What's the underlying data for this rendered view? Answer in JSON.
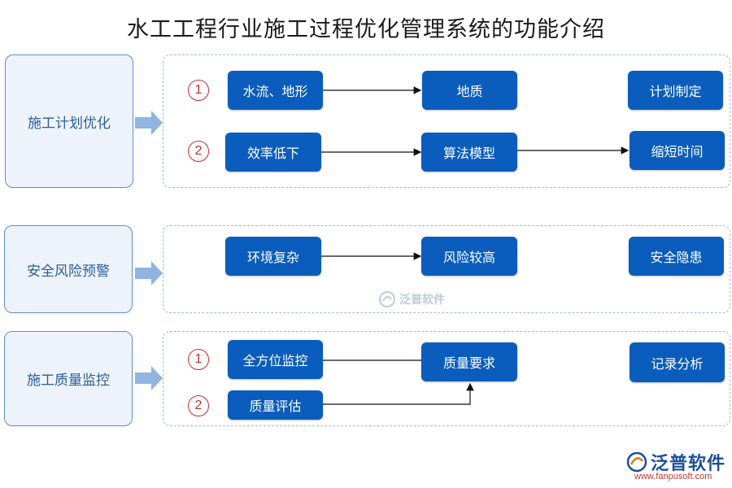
{
  "title": "水工工程行业施工过程优化管理系统的功能介绍",
  "sections": [
    {
      "label": "施工计划优化",
      "rows": [
        {
          "number": "1",
          "boxes": [
            "水流、地形",
            "地质",
            "计划制定"
          ]
        },
        {
          "number": "2",
          "boxes": [
            "效率低下",
            "算法模型",
            "缩短时间"
          ]
        }
      ]
    },
    {
      "label": "安全风险预警",
      "rows": [
        {
          "boxes": [
            "环境复杂",
            "风险较高",
            "安全隐患"
          ]
        }
      ]
    },
    {
      "label": "施工质量监控",
      "rows": [
        {
          "number": "1",
          "boxes": [
            "全方位监控",
            "质量要求",
            "记录分析"
          ]
        },
        {
          "number": "2",
          "boxes": [
            "质量评估"
          ]
        }
      ]
    }
  ],
  "watermark": {
    "text": "泛普软件"
  },
  "logo": {
    "text": "泛普软件",
    "url": "www.fanpusoft.com"
  },
  "colors": {
    "box": "#0a5dbd",
    "side_border": "#5b8fd1",
    "panel_border": "#9fbde0",
    "number": "#c9302c"
  }
}
